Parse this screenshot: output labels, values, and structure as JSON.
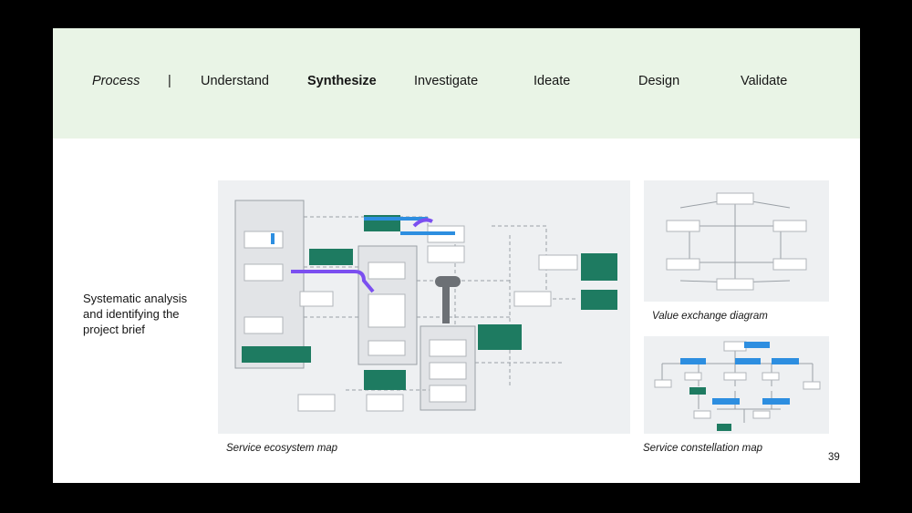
{
  "header": {
    "process_label": "Process",
    "separator": "|",
    "steps": [
      "Understand",
      "Synthesize",
      "Investigate",
      "Ideate",
      "Design",
      "Validate"
    ],
    "active_step": "Synthesize"
  },
  "body": {
    "description": "Systematic analysis and identifying the project brief"
  },
  "figures": {
    "ecosystem_caption": "Service ecosystem map",
    "value_exchange_caption": "Value exchange diagram",
    "constellation_caption": "Service constellation map"
  },
  "page_number": "39",
  "colors": {
    "header_bg": "#e9f4e6",
    "accent_green": "#1e7b61",
    "accent_blue": "#2d8ee0",
    "accent_purple": "#7b4ff0"
  }
}
